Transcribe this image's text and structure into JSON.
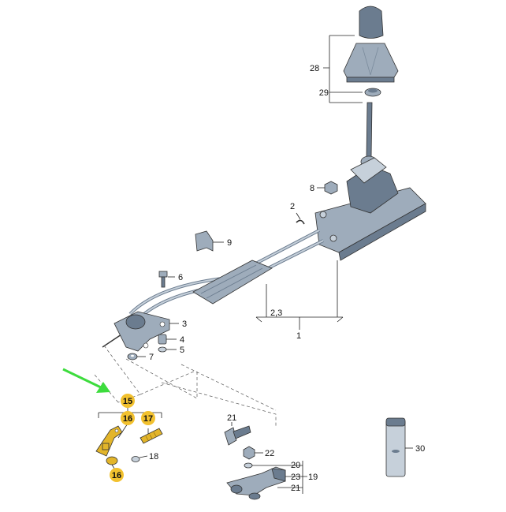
{
  "colors": {
    "part_fill": "#9eacbb",
    "part_dark": "#6b7c8f",
    "part_light": "#c6d0da",
    "highlight_badge": "#f2c12e",
    "highlight_part": "#e3b52a",
    "arrow": "#3ddc3d"
  },
  "callouts": {
    "p1": "1",
    "p2": "2",
    "p23a": "2,3",
    "p3": "3",
    "p4": "4",
    "p5": "5",
    "p6": "6",
    "p7": "7",
    "p8": "8",
    "p9": "9",
    "p15": "15",
    "p16a": "16",
    "p16b": "16",
    "p17": "17",
    "p18": "18",
    "p19": "19",
    "p20": "20",
    "p21a": "21",
    "p21b": "21",
    "p22": "22",
    "p23": "23",
    "p28": "28",
    "p29": "29",
    "p30": "30"
  },
  "icons": {
    "pointer": "green-arrow-icon"
  }
}
